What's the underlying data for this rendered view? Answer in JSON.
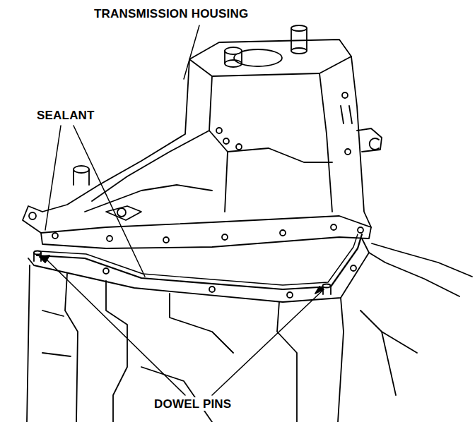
{
  "diagram": {
    "labels": [
      "TRANSMISSION HOUSING",
      "SEALANT",
      "DOWEL PINS"
    ]
  }
}
